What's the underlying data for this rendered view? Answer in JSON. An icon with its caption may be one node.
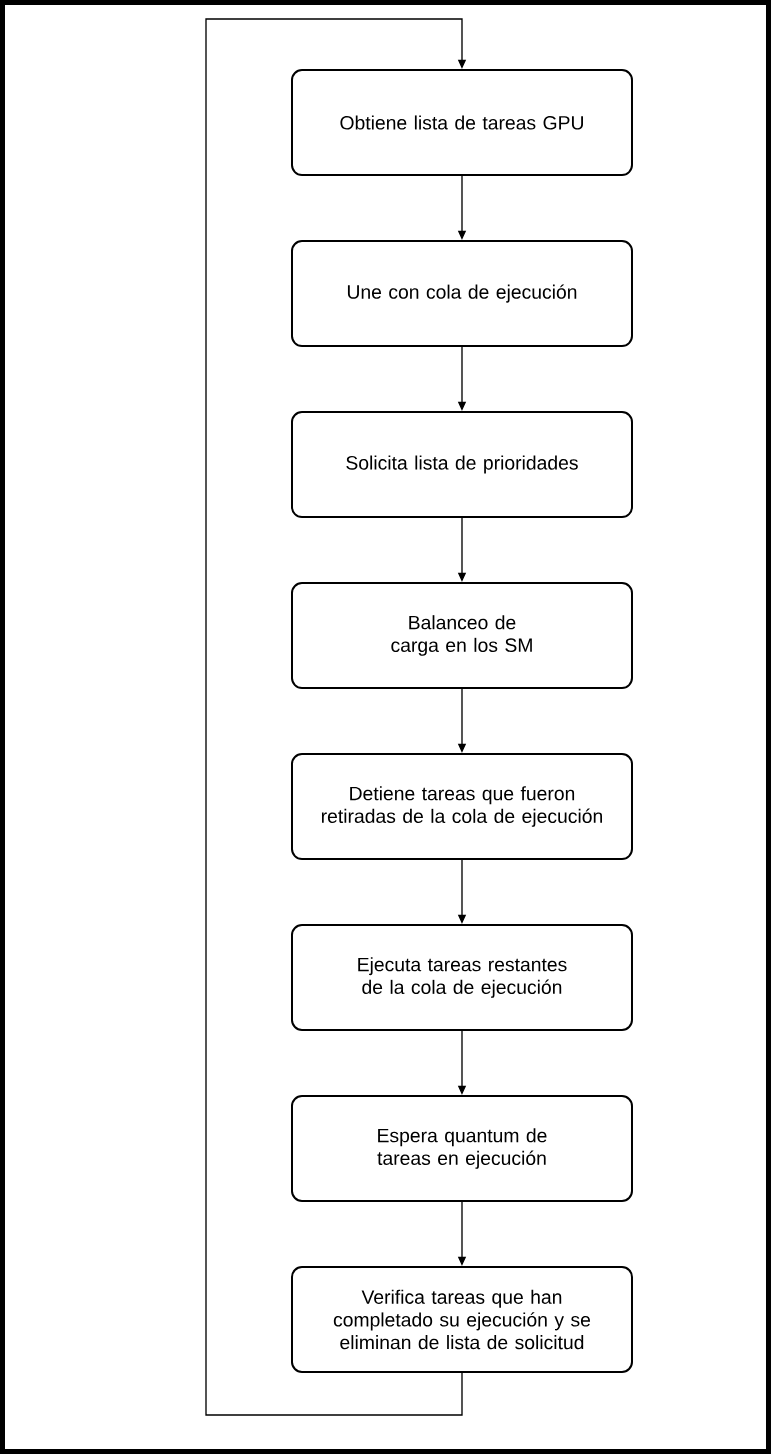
{
  "diagram": {
    "nodes": [
      {
        "text": [
          "Obtiene lista de tareas GPU"
        ]
      },
      {
        "text": [
          "Une con cola de ejecución"
        ]
      },
      {
        "text": [
          "Solicita lista de prioridades"
        ]
      },
      {
        "text": [
          "Balanceo de carga en los SM"
        ]
      },
      {
        "text": [
          "Detiene tareas que fueron retiradas de la cola de ejecución"
        ]
      },
      {
        "text": [
          "Ejecuta tareas restantes de la cola de ejecución"
        ]
      },
      {
        "text": [
          "Espera quantum de tareas en ejecución"
        ]
      },
      {
        "text": [
          "Verifica tareas que han completado su ejecución y se eliminan de lista de solicitud"
        ]
      }
    ],
    "edges": [
      {
        "from": 0,
        "to": 1,
        "arrow": "to"
      },
      {
        "from": 1,
        "to": 2,
        "arrow": "to"
      },
      {
        "from": 2,
        "to": 3,
        "arrow": "to"
      },
      {
        "from": 3,
        "to": 4,
        "arrow": "to"
      },
      {
        "from": 4,
        "to": 5,
        "arrow": "to"
      },
      {
        "from": 5,
        "to": 6,
        "arrow": "to"
      },
      {
        "from": 6,
        "to": 7,
        "arrow": "to"
      },
      {
        "from": 7,
        "to": 0,
        "arrow": "to"
      }
    ]
  }
}
